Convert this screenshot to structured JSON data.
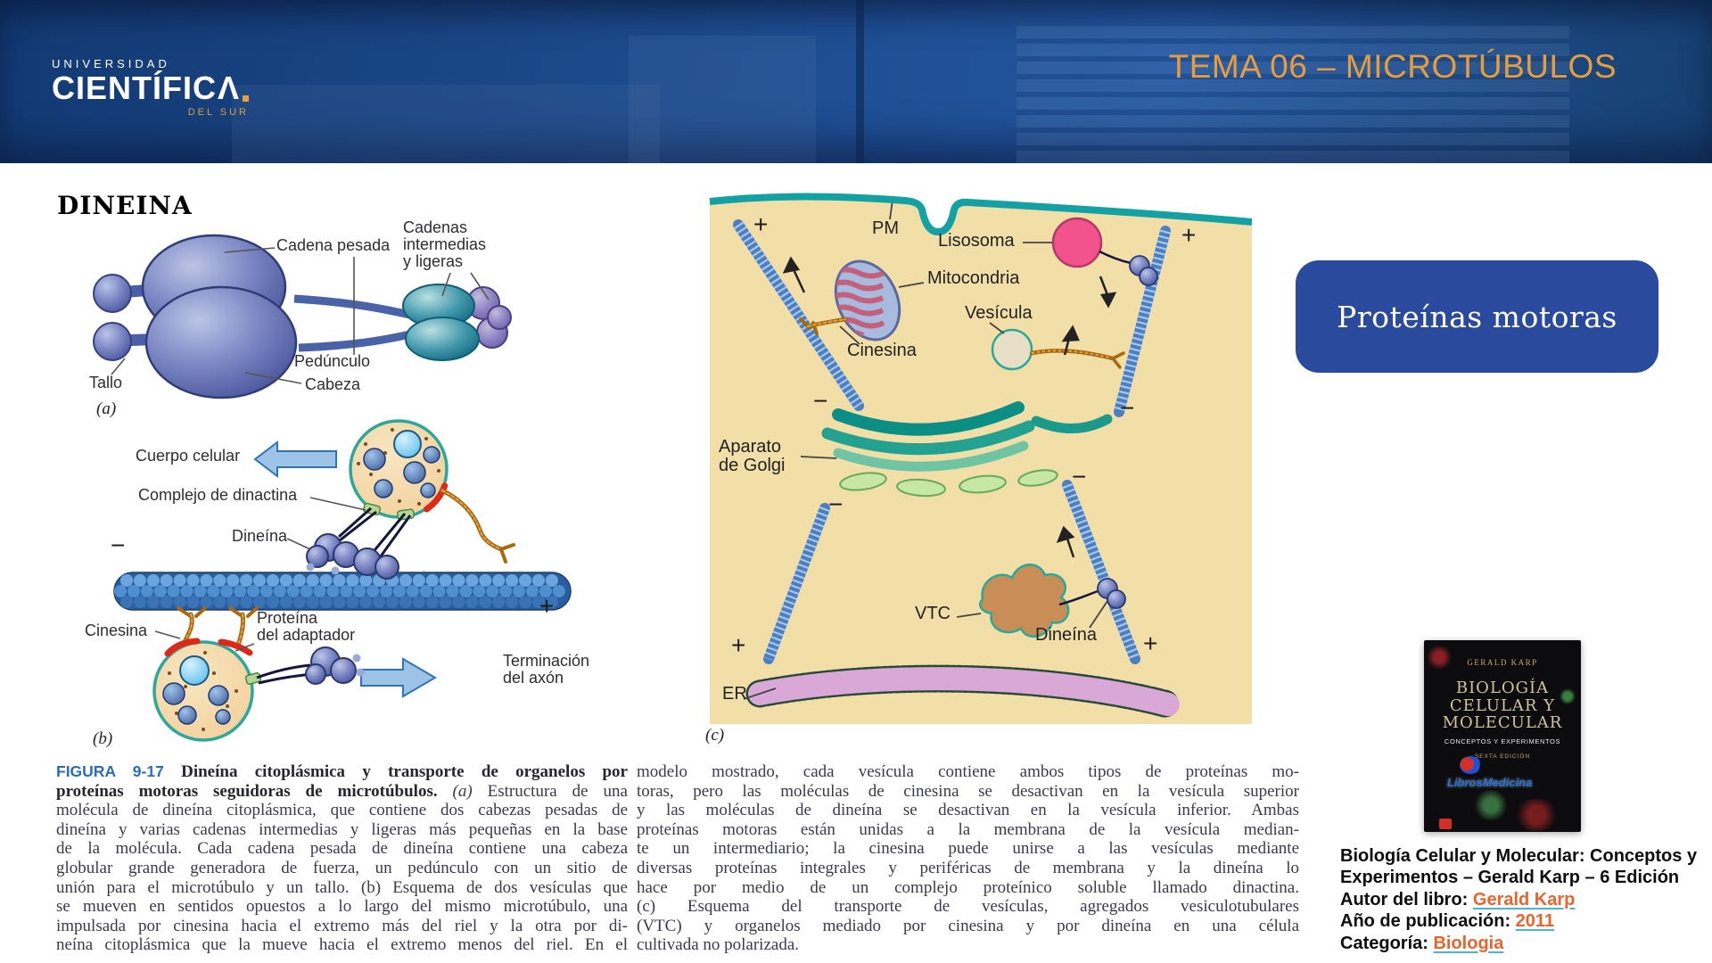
{
  "header": {
    "logo_line1": "UNIVERSIDAD",
    "logo_line2_main": "CIENTÍFIC",
    "logo_line2_a": "Λ",
    "logo_line3": "DEL SUR",
    "title": "TEMA 06 – MICROTÚBULOS"
  },
  "colors": {
    "banner_blue": "#1D4A8C",
    "title_orange": "#E99C3B",
    "button_blue": "#2A4A9E",
    "link_orange": "#E8652F",
    "figura_label_blue": "#2E6DB5"
  },
  "section_heading": "DINEINA",
  "figure_a": {
    "labels": {
      "cadena_pesada": "Cadena pesada",
      "cadenas_intermedias": "Cadenas\nintermedias\ny ligeras",
      "pedunculo": "Pedúnculo",
      "tallo": "Tallo",
      "cabeza": "Cabeza",
      "panel": "(a)"
    }
  },
  "figure_b": {
    "labels": {
      "cuerpo_celular": "Cuerpo celular",
      "complejo_dinactina": "Complejo de dinactina",
      "dineina": "Dineína",
      "cinesina": "Cinesina",
      "proteina_adaptador": "Proteína\ndel adaptador",
      "terminacion_axon": "Terminación\ndel axón",
      "minus": "−",
      "plus": "+",
      "panel": "(b)"
    }
  },
  "figure_c": {
    "labels": {
      "pm": "PM",
      "lisosoma": "Lisosoma",
      "mitocondria": "Mitocondria",
      "vesicula": "Vesícula",
      "cinesina": "Cinesina",
      "aparato_golgi": "Aparato\nde Golgi",
      "vtc": "VTC",
      "dineina": "Dineína",
      "er": "ER",
      "plus": "+",
      "minus": "−",
      "panel": "(c)"
    }
  },
  "caption": {
    "left": {
      "figura_label": "FIGURA 9-17",
      "line1_bold": " Dineína citoplásmica y transporte de organelos por",
      "line2_bold": "proteínas motoras seguidoras de microtúbulos. ",
      "line2_panel": "(a)",
      "line2_rest": " Estructura de una",
      "lines": [
        "molécula de dineína citoplásmica, que contiene dos cabezas pesadas de",
        "dineína y varias cadenas intermedias y ligeras más pequeñas en la base",
        "de la molécula. Cada cadena pesada de dineína contiene una cabeza",
        "globular grande generadora de fuerza, un pedúnculo con un sitio de",
        "unión para el microtúbulo y un tallo. (b) Esquema de dos vesículas que",
        "se mueven en sentidos opuestos a lo largo del mismo microtúbulo, una",
        "impulsada por cinesina hacia el extremo más del riel y la otra por di-",
        "neína citoplásmica que la mueve hacia el extremo menos del riel. En el"
      ]
    },
    "right": {
      "lines": [
        "modelo mostrado, cada vesícula contiene ambos tipos de proteínas mo-",
        "toras, pero las moléculas de cinesina se desactivan en la vesícula superior",
        "y las moléculas de dineína se desactivan en la vesícula inferior. Ambas",
        "proteínas motoras están unidas a la membrana de la vesícula median-",
        "te un intermediario; la cinesina puede unirse a las vesículas mediante",
        "diversas proteínas integrales y periféricas de membrana y la dineína lo",
        "hace por medio de un complejo proteínico soluble llamado dinactina.",
        "(c) Esquema del transporte de vesículas, agregados vesiculotubulares",
        "(VTC) y organelos mediado por cinesina y por dineína en una célula",
        "cultivada no polarizada."
      ]
    }
  },
  "sidebar": {
    "button_label": "Proteínas motoras",
    "book": {
      "author": "GERALD KARP",
      "title_line1": "BIOLOGÍA",
      "title_line2": "CELULAR Y",
      "title_line3": "MOLECULAR",
      "subtitle": "CONCEPTOS Y EXPERIMENTOS",
      "edition": "SEXTA EDICIÓN",
      "watermark": "LibrosMedicina"
    },
    "citation": {
      "title": "Biología Celular y Molecular: Conceptos y Experimentos – Gerald Karp – 6 Edición",
      "author_label": "Autor del libro: ",
      "author_link": "Gerald Karp",
      "year_label": "Año de publicación: ",
      "year_link": "2011",
      "category_label": "Categoría: ",
      "category_link": "Biologia"
    }
  }
}
